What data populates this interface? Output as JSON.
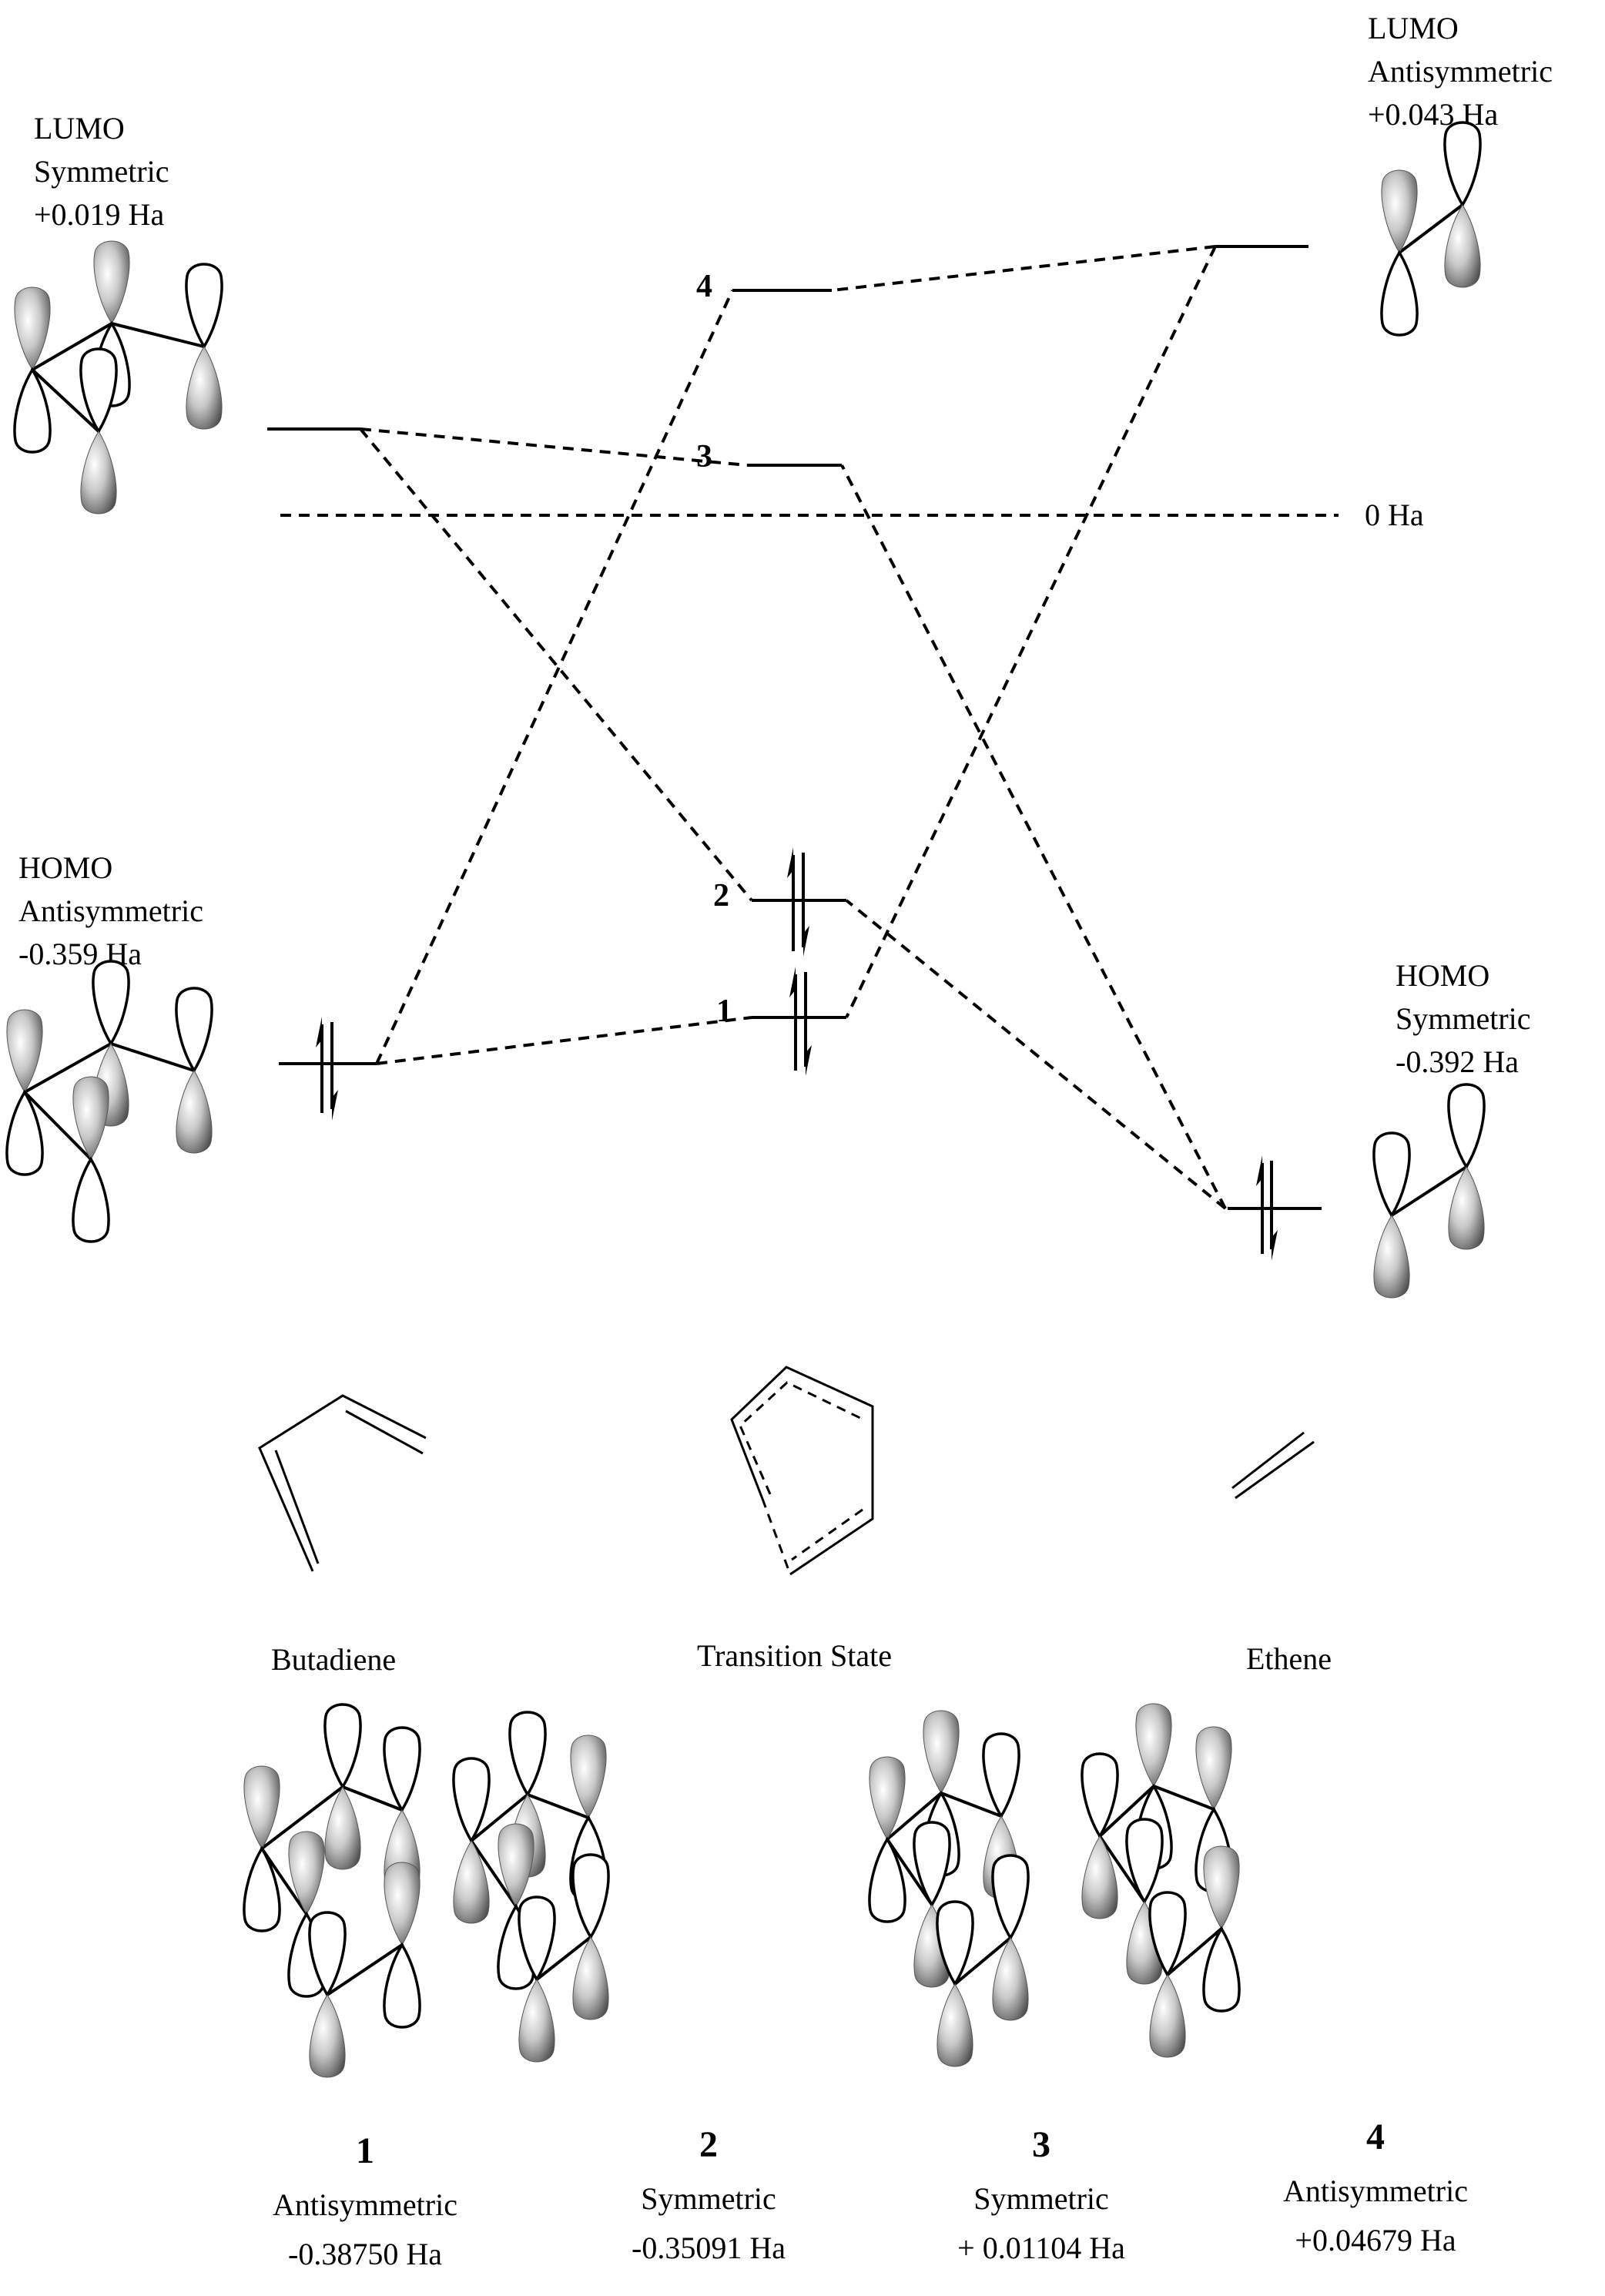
{
  "title": "Frontier molecular orbital correlation diagram: Butadiene + Ethene Diels-Alder transition state",
  "butadiene": {
    "lumo": {
      "label": "LUMO",
      "symmetry": "Symmetric",
      "energy": "+0.019 Ha",
      "energy_value": 0.019
    },
    "homo": {
      "label": "HOMO",
      "symmetry": "Antisymmetric",
      "energy": "-0.359 Ha",
      "energy_value": -0.359
    },
    "name": "Butadiene"
  },
  "ethene": {
    "lumo": {
      "label": "LUMO",
      "symmetry": "Antisymmetric",
      "energy": "+0.043 Ha",
      "energy_value": 0.043
    },
    "homo": {
      "label": "HOMO",
      "symmetry": "Symmetric",
      "energy": "-0.392 Ha",
      "energy_value": -0.392
    },
    "name": "Ethene"
  },
  "transition_state": {
    "name": "Transition State",
    "levels": [
      {
        "id": "1",
        "symmetry": "Antisymmetric",
        "energy": "-0.38750 Ha",
        "energy_value": -0.3875,
        "occupied": true
      },
      {
        "id": "2",
        "symmetry": "Symmetric",
        "energy": "-0.35091 Ha",
        "energy_value": -0.35091,
        "occupied": true
      },
      {
        "id": "3",
        "symmetry": "Symmetric",
        "energy": "+ 0.01104 Ha",
        "energy_value": 0.01104,
        "occupied": false
      },
      {
        "id": "4",
        "symmetry": "Antisymmetric",
        "energy": "+0.04679 Ha",
        "energy_value": 0.04679,
        "occupied": false
      }
    ]
  },
  "zero_line": {
    "label": "0 Ha"
  },
  "correlations": [
    {
      "from": "butadiene.lumo",
      "to": "ts.3"
    },
    {
      "from": "butadiene.lumo",
      "to": "ts.2"
    },
    {
      "from": "butadiene.homo",
      "to": "ts.4"
    },
    {
      "from": "butadiene.homo",
      "to": "ts.1"
    },
    {
      "from": "ethene.lumo",
      "to": "ts.4"
    },
    {
      "from": "ethene.lumo",
      "to": "ts.1"
    },
    {
      "from": "ethene.homo",
      "to": "ts.3"
    },
    {
      "from": "ethene.homo",
      "to": "ts.2"
    }
  ]
}
